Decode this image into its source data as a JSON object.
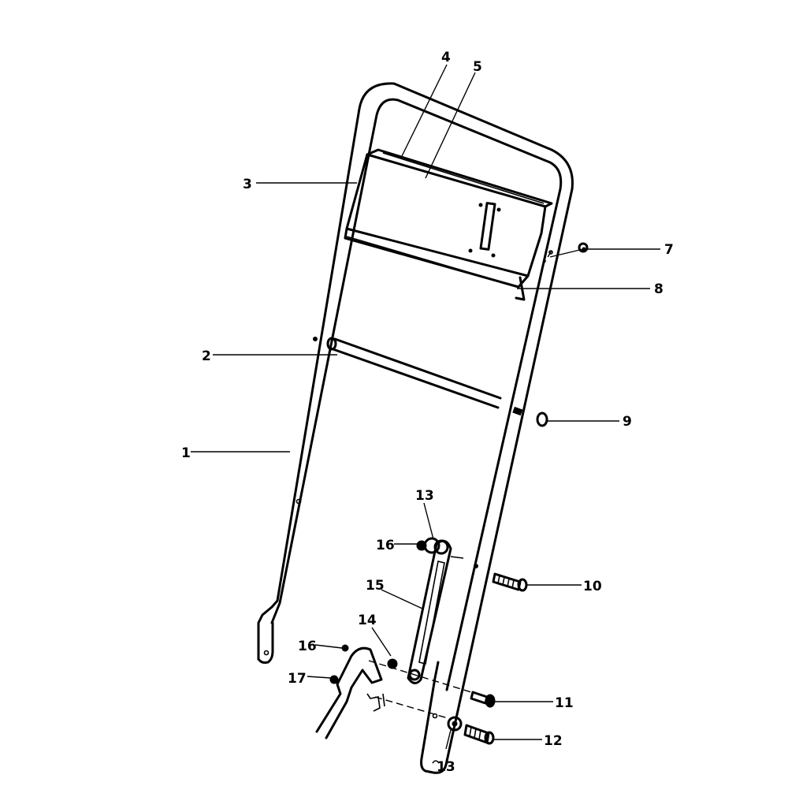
{
  "callouts": [
    {
      "id": "c1",
      "label": "1"
    },
    {
      "id": "c2",
      "label": "2"
    },
    {
      "id": "c3",
      "label": "3"
    },
    {
      "id": "c4",
      "label": "4"
    },
    {
      "id": "c5",
      "label": "5"
    },
    {
      "id": "c7",
      "label": "7"
    },
    {
      "id": "c8",
      "label": "8"
    },
    {
      "id": "c9",
      "label": "9"
    },
    {
      "id": "c10",
      "label": "10"
    },
    {
      "id": "c11",
      "label": "11"
    },
    {
      "id": "c12",
      "label": "12"
    },
    {
      "id": "c13a",
      "label": "13"
    },
    {
      "id": "c13b",
      "label": "13"
    },
    {
      "id": "c14",
      "label": "14"
    },
    {
      "id": "c15",
      "label": "15"
    },
    {
      "id": "c16a",
      "label": "16"
    },
    {
      "id": "c16b",
      "label": "16"
    },
    {
      "id": "c17",
      "label": "17"
    }
  ]
}
